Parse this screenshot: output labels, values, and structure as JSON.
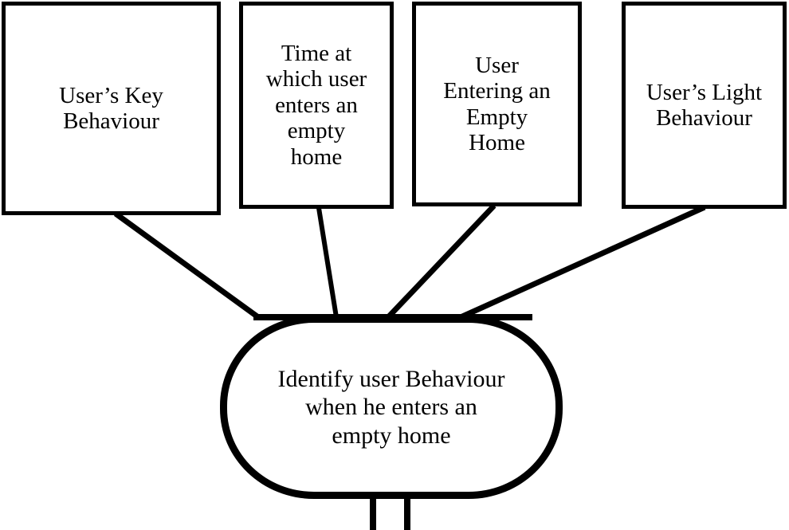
{
  "diagram": {
    "type": "fishbone-style cause nodes feeding a rounded goal node",
    "background_color": "#ffffff",
    "line_color": "#000000",
    "nodes": [
      {
        "id": "key-behaviour",
        "shape": "rectangle",
        "label": "User’s Key\nBehaviour"
      },
      {
        "id": "time-enters",
        "shape": "rectangle",
        "label": "Time at\nwhich user\nenters an\nempty\nhome"
      },
      {
        "id": "entering-empty",
        "shape": "rectangle",
        "label": "User\nEntering an\nEmpty\nHome"
      },
      {
        "id": "light-behaviour",
        "shape": "rectangle",
        "label": "User’s Light\nBehaviour"
      },
      {
        "id": "identify",
        "shape": "rounded-rectangle",
        "label": "Identify user Behaviour\nwhen he enters an\nempty home"
      }
    ],
    "edges": [
      {
        "id": "edge-key-to-identify",
        "from": "key-behaviour",
        "to": "identify",
        "style": "solid"
      },
      {
        "id": "edge-time-to-identify",
        "from": "time-enters",
        "to": "identify",
        "style": "solid"
      },
      {
        "id": "edge-entering-to-identify",
        "from": "entering-empty",
        "to": "identify",
        "style": "solid"
      },
      {
        "id": "edge-light-to-identify",
        "from": "light-behaviour",
        "to": "identify",
        "style": "solid"
      },
      {
        "id": "edge-identify-stem-left",
        "from": "identify",
        "to": "below",
        "style": "solid"
      },
      {
        "id": "edge-identify-stem-right",
        "from": "identify",
        "to": "below",
        "style": "solid"
      }
    ]
  }
}
